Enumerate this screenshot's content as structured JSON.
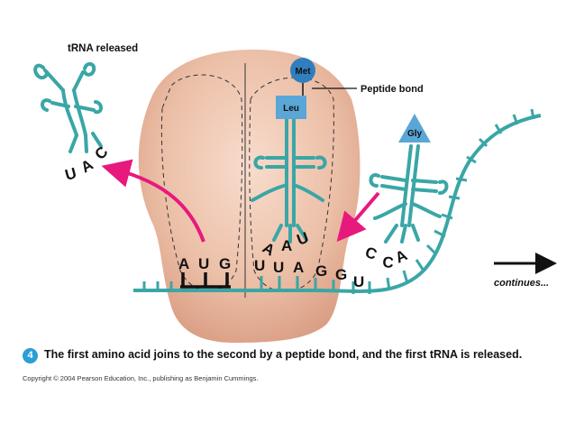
{
  "labels": {
    "trna_released": "tRNA released",
    "peptide_bond": "Peptide bond",
    "met": "Met",
    "leu": "Leu",
    "gly": "Gly",
    "continues": "continues..."
  },
  "bases": {
    "released_anticodon": [
      "U",
      "A",
      "C"
    ],
    "leu_anticodon": [
      "A",
      "A",
      "U"
    ],
    "gly_anticodon": [
      "C",
      "C",
      "A"
    ],
    "mrna": [
      "A",
      "U",
      "G",
      "U",
      "U",
      "A",
      "G",
      "G",
      "U"
    ]
  },
  "caption": {
    "step": "4",
    "text": "The first amino acid joins to the second by a peptide bond, and the first tRNA is released."
  },
  "copyright": "Copyright © 2004 Pearson Education, Inc., publishing as Benjamin Cummings.",
  "colors": {
    "trna": "#3aa6a6",
    "ribosome": "#e8b8a0",
    "arrow": "#e8197d",
    "met_circle": "#2f7fbf",
    "leu_box": "#5aa6d6",
    "gly_triangle": "#5aa6d6"
  }
}
